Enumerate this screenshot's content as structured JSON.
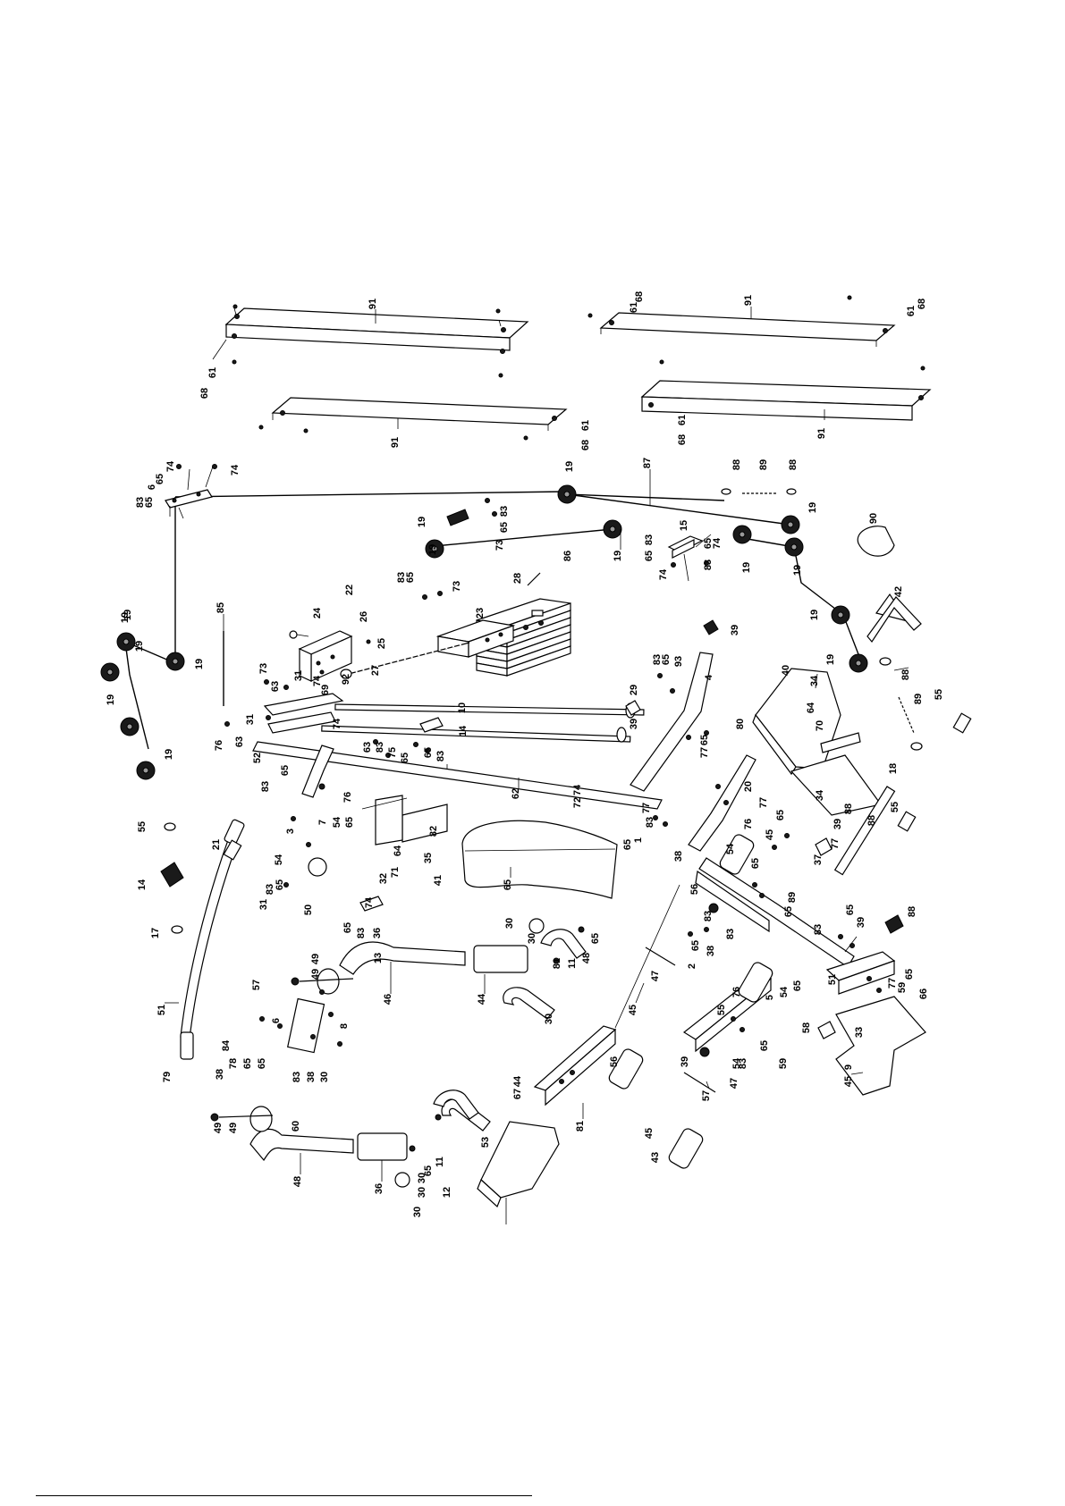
{
  "diagram": {
    "callouts": [
      {
        "id": "c1",
        "text": "91"
      },
      {
        "id": "c2",
        "text": "61"
      },
      {
        "id": "c3",
        "text": "68"
      },
      {
        "id": "c4",
        "text": "91"
      },
      {
        "id": "c5",
        "text": "61"
      },
      {
        "id": "c6",
        "text": "68"
      },
      {
        "id": "c7",
        "text": "91"
      },
      {
        "id": "c8",
        "text": "68"
      },
      {
        "id": "c9",
        "text": "61"
      },
      {
        "id": "c10",
        "text": "61"
      },
      {
        "id": "c11",
        "text": "68"
      },
      {
        "id": "c12",
        "text": "91"
      },
      {
        "id": "c13",
        "text": "61"
      },
      {
        "id": "c14",
        "text": "68"
      },
      {
        "id": "c15",
        "text": "74"
      },
      {
        "id": "c16",
        "text": "74"
      },
      {
        "id": "c17",
        "text": "65"
      },
      {
        "id": "c18",
        "text": "6"
      },
      {
        "id": "c19",
        "text": "65"
      },
      {
        "id": "c20",
        "text": "83"
      },
      {
        "id": "c21",
        "text": "19"
      },
      {
        "id": "c22",
        "text": "87"
      },
      {
        "id": "c23",
        "text": "88"
      },
      {
        "id": "c24",
        "text": "89"
      },
      {
        "id": "c25",
        "text": "88"
      },
      {
        "id": "c26",
        "text": "19"
      },
      {
        "id": "c27",
        "text": "19"
      },
      {
        "id": "c28",
        "text": "83"
      },
      {
        "id": "c29",
        "text": "65"
      },
      {
        "id": "c30",
        "text": "73"
      },
      {
        "id": "c31",
        "text": "19"
      },
      {
        "id": "c32",
        "text": "86"
      },
      {
        "id": "c33",
        "text": "19"
      },
      {
        "id": "c34",
        "text": "83"
      },
      {
        "id": "c35",
        "text": "15"
      },
      {
        "id": "c36",
        "text": "65"
      },
      {
        "id": "c37",
        "text": "65"
      },
      {
        "id": "c38",
        "text": "74"
      },
      {
        "id": "c39",
        "text": "74"
      },
      {
        "id": "c40",
        "text": "83"
      },
      {
        "id": "c41",
        "text": "19"
      },
      {
        "id": "c42",
        "text": "19"
      },
      {
        "id": "c43",
        "text": "90"
      },
      {
        "id": "c44",
        "text": "19"
      },
      {
        "id": "c45",
        "text": "85"
      },
      {
        "id": "c46",
        "text": "22"
      },
      {
        "id": "c47",
        "text": "24"
      },
      {
        "id": "c48",
        "text": "26"
      },
      {
        "id": "c49",
        "text": "23"
      },
      {
        "id": "c50",
        "text": "28"
      },
      {
        "id": "c51",
        "text": "83"
      },
      {
        "id": "c52",
        "text": "65"
      },
      {
        "id": "c53",
        "text": "73"
      },
      {
        "id": "c54",
        "text": "25"
      },
      {
        "id": "c55",
        "text": "27"
      },
      {
        "id": "c56",
        "text": "19"
      },
      {
        "id": "c57",
        "text": "42"
      },
      {
        "id": "c58",
        "text": "39"
      },
      {
        "id": "c59",
        "text": "19"
      },
      {
        "id": "c60",
        "text": "19"
      },
      {
        "id": "c61",
        "text": "19"
      },
      {
        "id": "c62",
        "text": "19"
      },
      {
        "id": "c63",
        "text": "83"
      },
      {
        "id": "c64",
        "text": "65"
      },
      {
        "id": "c65",
        "text": "93"
      },
      {
        "id": "c66",
        "text": "4"
      },
      {
        "id": "c67",
        "text": "88"
      },
      {
        "id": "c68",
        "text": "19"
      },
      {
        "id": "c69",
        "text": "73"
      },
      {
        "id": "c70",
        "text": "63"
      },
      {
        "id": "c71",
        "text": "31"
      },
      {
        "id": "c72",
        "text": "74"
      },
      {
        "id": "c73",
        "text": "69"
      },
      {
        "id": "c74",
        "text": "92"
      },
      {
        "id": "c75",
        "text": "10"
      },
      {
        "id": "c76",
        "text": "29"
      },
      {
        "id": "c77",
        "text": "40"
      },
      {
        "id": "c78",
        "text": "34"
      },
      {
        "id": "c79",
        "text": "89"
      },
      {
        "id": "c80",
        "text": "55"
      },
      {
        "id": "c81",
        "text": "19"
      },
      {
        "id": "c82",
        "text": "31"
      },
      {
        "id": "c83",
        "text": "74"
      },
      {
        "id": "c84",
        "text": "63"
      },
      {
        "id": "c85",
        "text": "83"
      },
      {
        "id": "c86",
        "text": "75"
      },
      {
        "id": "c87",
        "text": "65"
      },
      {
        "id": "c88",
        "text": "83"
      },
      {
        "id": "c89",
        "text": "65"
      },
      {
        "id": "c90",
        "text": "14"
      },
      {
        "id": "c91",
        "text": "80"
      },
      {
        "id": "c92",
        "text": "39"
      },
      {
        "id": "c93",
        "text": "64"
      },
      {
        "id": "c94",
        "text": "70"
      },
      {
        "id": "c95",
        "text": "65"
      },
      {
        "id": "c96",
        "text": "77"
      },
      {
        "id": "c97",
        "text": "76"
      },
      {
        "id": "c98",
        "text": "63"
      },
      {
        "id": "c99",
        "text": "52"
      },
      {
        "id": "c100",
        "text": "65"
      },
      {
        "id": "c101",
        "text": "83"
      },
      {
        "id": "c102",
        "text": "76"
      },
      {
        "id": "c103",
        "text": "65"
      },
      {
        "id": "c104",
        "text": "54"
      },
      {
        "id": "c105",
        "text": "7"
      },
      {
        "id": "c106",
        "text": "3"
      },
      {
        "id": "c107",
        "text": "62"
      },
      {
        "id": "c108",
        "text": "72"
      },
      {
        "id": "c109",
        "text": "74"
      },
      {
        "id": "c110",
        "text": "20"
      },
      {
        "id": "c111",
        "text": "34"
      },
      {
        "id": "c112",
        "text": "88"
      },
      {
        "id": "c113",
        "text": "18"
      },
      {
        "id": "c114",
        "text": "55"
      },
      {
        "id": "c115",
        "text": "88"
      },
      {
        "id": "c116",
        "text": "55"
      },
      {
        "id": "c117",
        "text": "21"
      },
      {
        "id": "c118",
        "text": "54"
      },
      {
        "id": "c119",
        "text": "65"
      },
      {
        "id": "c120",
        "text": "83"
      },
      {
        "id": "c121",
        "text": "31"
      },
      {
        "id": "c122",
        "text": "50"
      },
      {
        "id": "c123",
        "text": "64"
      },
      {
        "id": "c124",
        "text": "71"
      },
      {
        "id": "c125",
        "text": "82"
      },
      {
        "id": "c126",
        "text": "32"
      },
      {
        "id": "c127",
        "text": "35"
      },
      {
        "id": "c128",
        "text": "41"
      },
      {
        "id": "c129",
        "text": "65"
      },
      {
        "id": "c130",
        "text": "77"
      },
      {
        "id": "c131",
        "text": "83"
      },
      {
        "id": "c132",
        "text": "65"
      },
      {
        "id": "c133",
        "text": "1"
      },
      {
        "id": "c134",
        "text": "38"
      },
      {
        "id": "c135",
        "text": "77"
      },
      {
        "id": "c136",
        "text": "65"
      },
      {
        "id": "c137",
        "text": "76"
      },
      {
        "id": "c138",
        "text": "45"
      },
      {
        "id": "c139",
        "text": "54"
      },
      {
        "id": "c140",
        "text": "65"
      },
      {
        "id": "c141",
        "text": "77"
      },
      {
        "id": "c142",
        "text": "39"
      },
      {
        "id": "c143",
        "text": "37"
      },
      {
        "id": "c144",
        "text": "56"
      },
      {
        "id": "c145",
        "text": "83"
      },
      {
        "id": "c146",
        "text": "65"
      },
      {
        "id": "c147",
        "text": "89"
      },
      {
        "id": "c148",
        "text": "14"
      },
      {
        "id": "c149",
        "text": "74"
      },
      {
        "id": "c150",
        "text": "65"
      },
      {
        "id": "c151",
        "text": "83"
      },
      {
        "id": "c152",
        "text": "36"
      },
      {
        "id": "c153",
        "text": "30"
      },
      {
        "id": "c154",
        "text": "30"
      },
      {
        "id": "c155",
        "text": "65"
      },
      {
        "id": "c156",
        "text": "81"
      },
      {
        "id": "c157",
        "text": "11"
      },
      {
        "id": "c158",
        "text": "48"
      },
      {
        "id": "c159",
        "text": "83"
      },
      {
        "id": "c160",
        "text": "65"
      },
      {
        "id": "c161",
        "text": "38"
      },
      {
        "id": "c162",
        "text": "2"
      },
      {
        "id": "c163",
        "text": "83"
      },
      {
        "id": "c164",
        "text": "65"
      },
      {
        "id": "c165",
        "text": "39"
      },
      {
        "id": "c166",
        "text": "88"
      },
      {
        "id": "c167",
        "text": "17"
      },
      {
        "id": "c168",
        "text": "51"
      },
      {
        "id": "c169",
        "text": "57"
      },
      {
        "id": "c170",
        "text": "49"
      },
      {
        "id": "c171",
        "text": "49"
      },
      {
        "id": "c172",
        "text": "13"
      },
      {
        "id": "c173",
        "text": "46"
      },
      {
        "id": "c174",
        "text": "44"
      },
      {
        "id": "c175",
        "text": "30"
      },
      {
        "id": "c176",
        "text": "47"
      },
      {
        "id": "c177",
        "text": "45"
      },
      {
        "id": "c178",
        "text": "76"
      },
      {
        "id": "c179",
        "text": "65"
      },
      {
        "id": "c180",
        "text": "54"
      },
      {
        "id": "c181",
        "text": "5"
      },
      {
        "id": "c182",
        "text": "51"
      },
      {
        "id": "c183",
        "text": "65"
      },
      {
        "id": "c184",
        "text": "77"
      },
      {
        "id": "c185",
        "text": "59"
      },
      {
        "id": "c186",
        "text": "66"
      },
      {
        "id": "c187",
        "text": "84"
      },
      {
        "id": "c188",
        "text": "6"
      },
      {
        "id": "c189",
        "text": "8"
      },
      {
        "id": "c190",
        "text": "55"
      },
      {
        "id": "c191",
        "text": "79"
      },
      {
        "id": "c192",
        "text": "38"
      },
      {
        "id": "c193",
        "text": "78"
      },
      {
        "id": "c194",
        "text": "65"
      },
      {
        "id": "c195",
        "text": "65"
      },
      {
        "id": "c196",
        "text": "83"
      },
      {
        "id": "c197",
        "text": "38"
      },
      {
        "id": "c198",
        "text": "30"
      },
      {
        "id": "c199",
        "text": "56"
      },
      {
        "id": "c200",
        "text": "39"
      },
      {
        "id": "c201",
        "text": "58"
      },
      {
        "id": "c202",
        "text": "33"
      },
      {
        "id": "c203",
        "text": "59"
      },
      {
        "id": "c204",
        "text": "9"
      },
      {
        "id": "c205",
        "text": "45"
      },
      {
        "id": "c206",
        "text": "54"
      },
      {
        "id": "c207",
        "text": "65"
      },
      {
        "id": "c208",
        "text": "83"
      },
      {
        "id": "c209",
        "text": "47"
      },
      {
        "id": "c210",
        "text": "57"
      },
      {
        "id": "c211",
        "text": "49"
      },
      {
        "id": "c212",
        "text": "49"
      },
      {
        "id": "c213",
        "text": "60"
      },
      {
        "id": "c214",
        "text": "67"
      },
      {
        "id": "c215",
        "text": "44"
      },
      {
        "id": "c216",
        "text": "53"
      },
      {
        "id": "c217",
        "text": "81"
      },
      {
        "id": "c218",
        "text": "11"
      },
      {
        "id": "c219",
        "text": "65"
      },
      {
        "id": "c220",
        "text": "30"
      },
      {
        "id": "c221",
        "text": "30"
      },
      {
        "id": "c222",
        "text": "12"
      },
      {
        "id": "c223",
        "text": "48"
      },
      {
        "id": "c224",
        "text": "36"
      },
      {
        "id": "c225",
        "text": "30"
      },
      {
        "id": "c226",
        "text": "45"
      },
      {
        "id": "c227",
        "text": "43"
      }
    ]
  }
}
